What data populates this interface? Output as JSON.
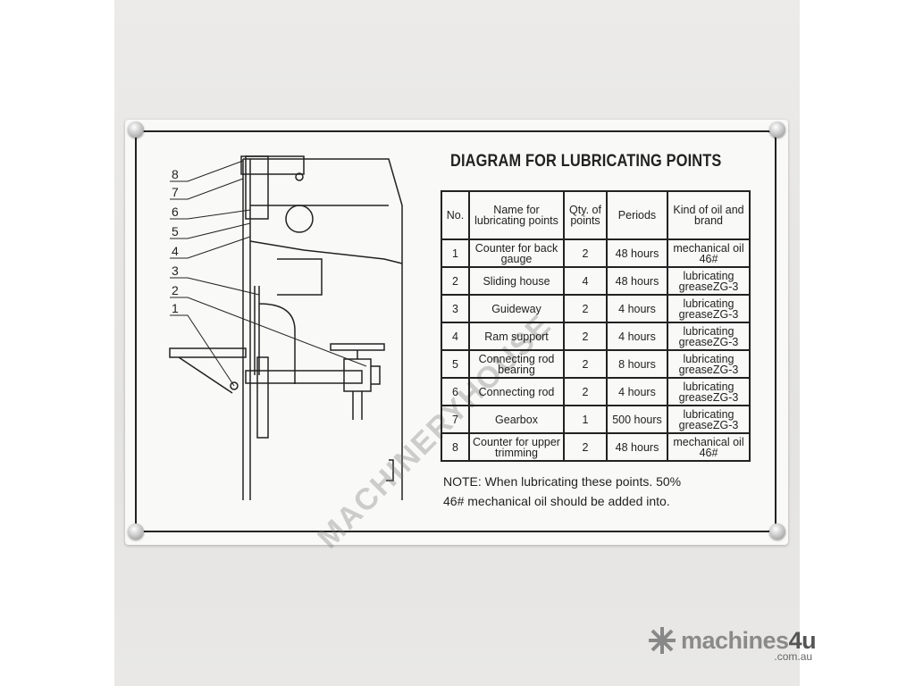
{
  "plate": {
    "title": "DIAGRAM FOR LUBRICATING POINTS",
    "diagram_labels": [
      "8",
      "7",
      "6",
      "5",
      "4",
      "3",
      "2",
      "1"
    ],
    "table": {
      "headers": [
        "No.",
        "Name for lubricating points",
        "Qty. of points",
        "Periods",
        "Kind of oil and brand"
      ],
      "rows": [
        {
          "no": "1",
          "name": "Counter for back gauge",
          "qty": "2",
          "period": "48 hours",
          "oil": "mechanical oil 46#"
        },
        {
          "no": "2",
          "name": "Sliding house",
          "qty": "4",
          "period": "48 hours",
          "oil": "lubricating greaseZG-3"
        },
        {
          "no": "3",
          "name": "Guideway",
          "qty": "2",
          "period": "4 hours",
          "oil": "lubricating greaseZG-3"
        },
        {
          "no": "4",
          "name": "Ram support",
          "qty": "2",
          "period": "4 hours",
          "oil": "lubricating greaseZG-3"
        },
        {
          "no": "5",
          "name": "Connecting rod bearing",
          "qty": "2",
          "period": "8 hours",
          "oil": "lubricating greaseZG-3"
        },
        {
          "no": "6",
          "name": "Connecting rod",
          "qty": "2",
          "period": "4 hours",
          "oil": "lubricating greaseZG-3"
        },
        {
          "no": "7",
          "name": "Gearbox",
          "qty": "1",
          "period": "500 hours",
          "oil": "lubricating greaseZG-3"
        },
        {
          "no": "8",
          "name": "Counter for upper trimming",
          "qty": "2",
          "period": "48 hours",
          "oil": "mechanical oil 46#"
        }
      ]
    },
    "note_line1": "NOTE: When lubricating these points. 50%",
    "note_line2": "46# mechanical oil should be added into."
  },
  "watermark": "MACHINERYHOUSE",
  "logo": {
    "name": "machines",
    "four": "4u",
    "domain": ".com.au"
  }
}
